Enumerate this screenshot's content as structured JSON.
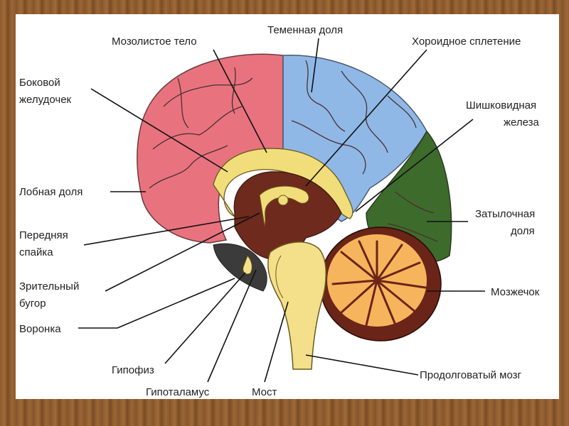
{
  "colors": {
    "frontal": "#e8737e",
    "parietal": "#8fb8e6",
    "occipital": "#3d6b2c",
    "cerebellum_white": "#f6b55c",
    "cerebellum_gray": "#6b2418",
    "diencephalon": "#6e2a1c",
    "corpus_callosum": "#f1de7a",
    "brainstem": "#f4e08a",
    "hypothalamus_area": "#3b3b3b",
    "background": "#ffffff"
  },
  "labels": {
    "corpus_callosum": "Мозолистое тело",
    "parietal_lobe": "Теменная доля",
    "choroid_plexus": "Хороидное сплетение",
    "lateral_ventricle_1": "Боковой",
    "lateral_ventricle_2": "желудочек",
    "pineal_1": "Шишковидная",
    "pineal_2": "железа",
    "frontal_lobe": "Лобная доля",
    "occipital_1": "Затылочная",
    "occipital_2": "доля",
    "ant_commissure_1": "Передняя",
    "ant_commissure_2": "спайка",
    "thalamus_1": "Зрительный",
    "thalamus_2": "бугор",
    "cerebellum": "Мозжечок",
    "infundibulum": "Воронка",
    "pituitary": "Гипофиз",
    "hypothalamus": "Гипоталамус",
    "pons": "Мост",
    "medulla": "Продолговатый мозг"
  }
}
